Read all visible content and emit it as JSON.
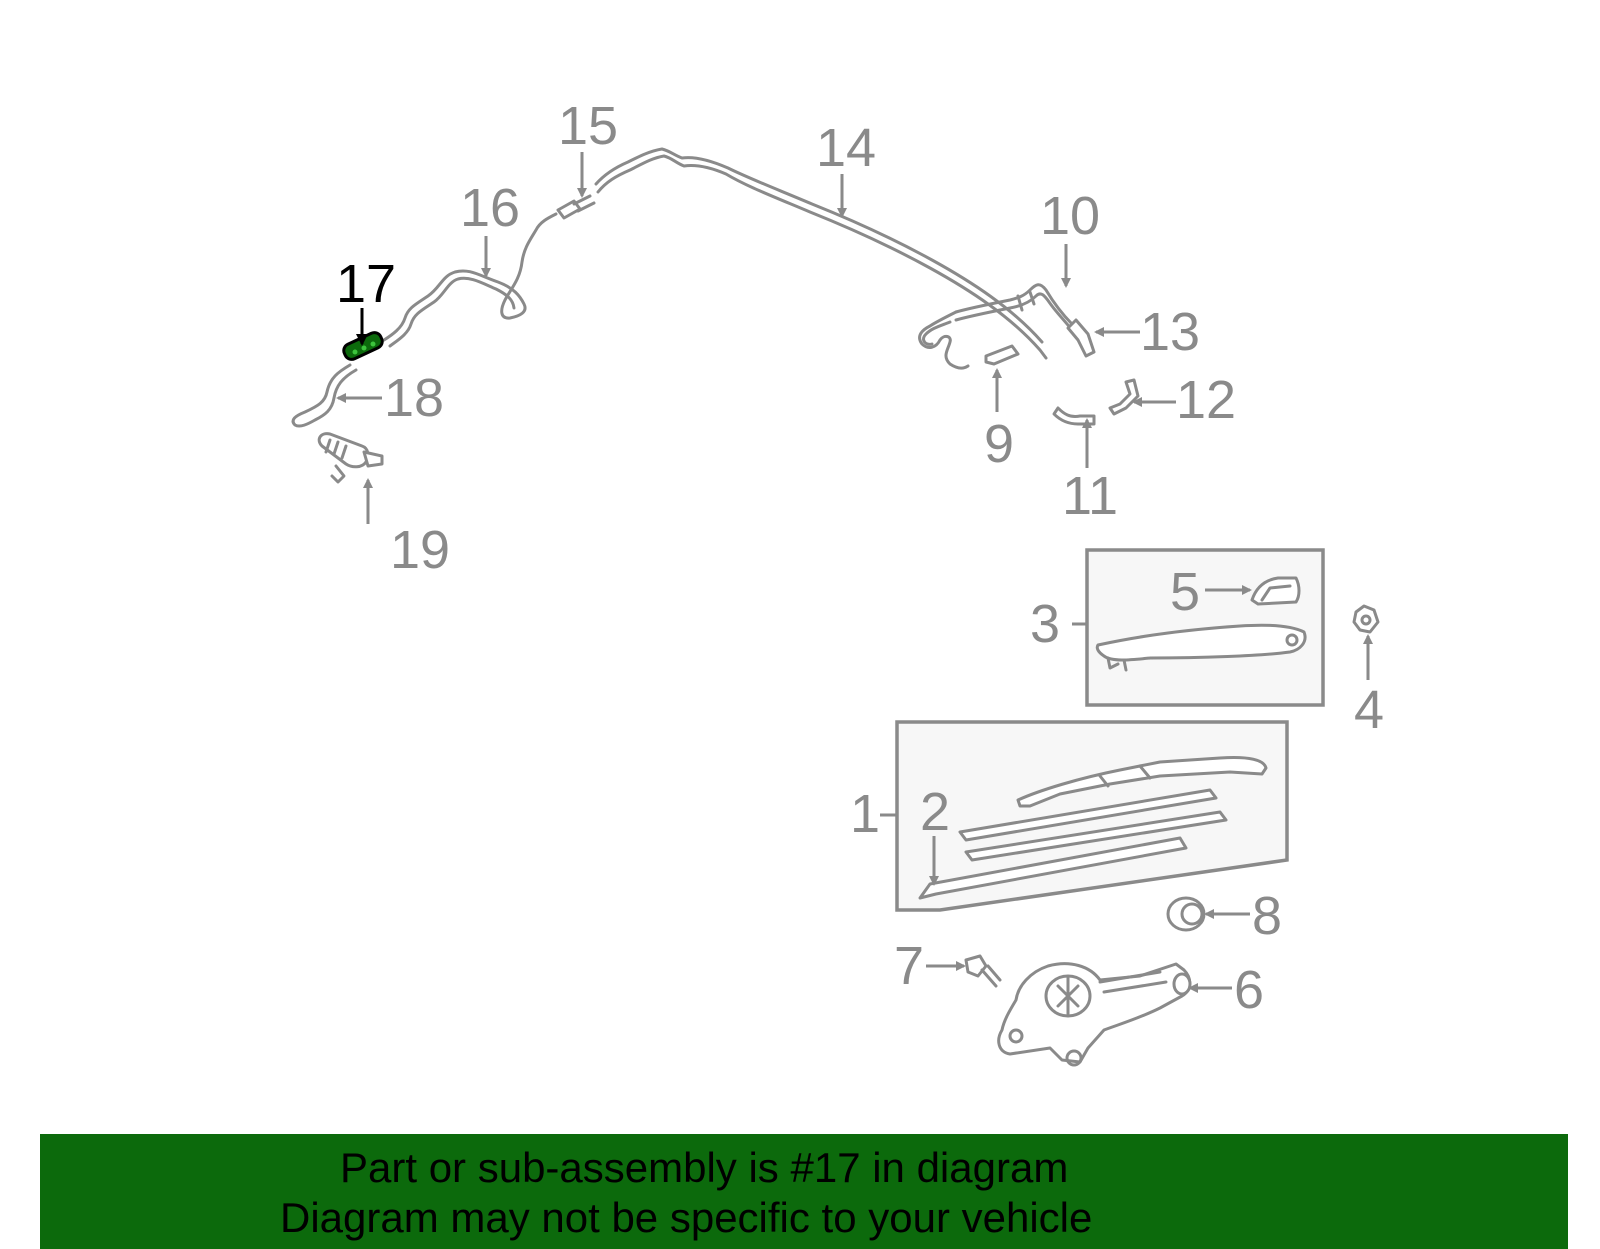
{
  "diagram": {
    "highlight_color": "#0c6a0c",
    "part_color": "#8a8a8a",
    "callouts": [
      {
        "id": "c1",
        "label": "1",
        "highlighted": false
      },
      {
        "id": "c2",
        "label": "2",
        "highlighted": false
      },
      {
        "id": "c3",
        "label": "3",
        "highlighted": false
      },
      {
        "id": "c4",
        "label": "4",
        "highlighted": false
      },
      {
        "id": "c5",
        "label": "5",
        "highlighted": false
      },
      {
        "id": "c6",
        "label": "6",
        "highlighted": false
      },
      {
        "id": "c7",
        "label": "7",
        "highlighted": false
      },
      {
        "id": "c8",
        "label": "8",
        "highlighted": false
      },
      {
        "id": "c9",
        "label": "9",
        "highlighted": false
      },
      {
        "id": "c10",
        "label": "10",
        "highlighted": false
      },
      {
        "id": "c11",
        "label": "11",
        "highlighted": false
      },
      {
        "id": "c12",
        "label": "12",
        "highlighted": false
      },
      {
        "id": "c13",
        "label": "13",
        "highlighted": false
      },
      {
        "id": "c14",
        "label": "14",
        "highlighted": false
      },
      {
        "id": "c15",
        "label": "15",
        "highlighted": false
      },
      {
        "id": "c16",
        "label": "16",
        "highlighted": false
      },
      {
        "id": "c17",
        "label": "17",
        "highlighted": true
      },
      {
        "id": "c18",
        "label": "18",
        "highlighted": false
      },
      {
        "id": "c19",
        "label": "19",
        "highlighted": false
      }
    ]
  },
  "banner": {
    "background": "#0c6a0c",
    "line1": "Part or sub-assembly is #17 in diagram",
    "line2": "Diagram may not be specific to your vehicle"
  }
}
